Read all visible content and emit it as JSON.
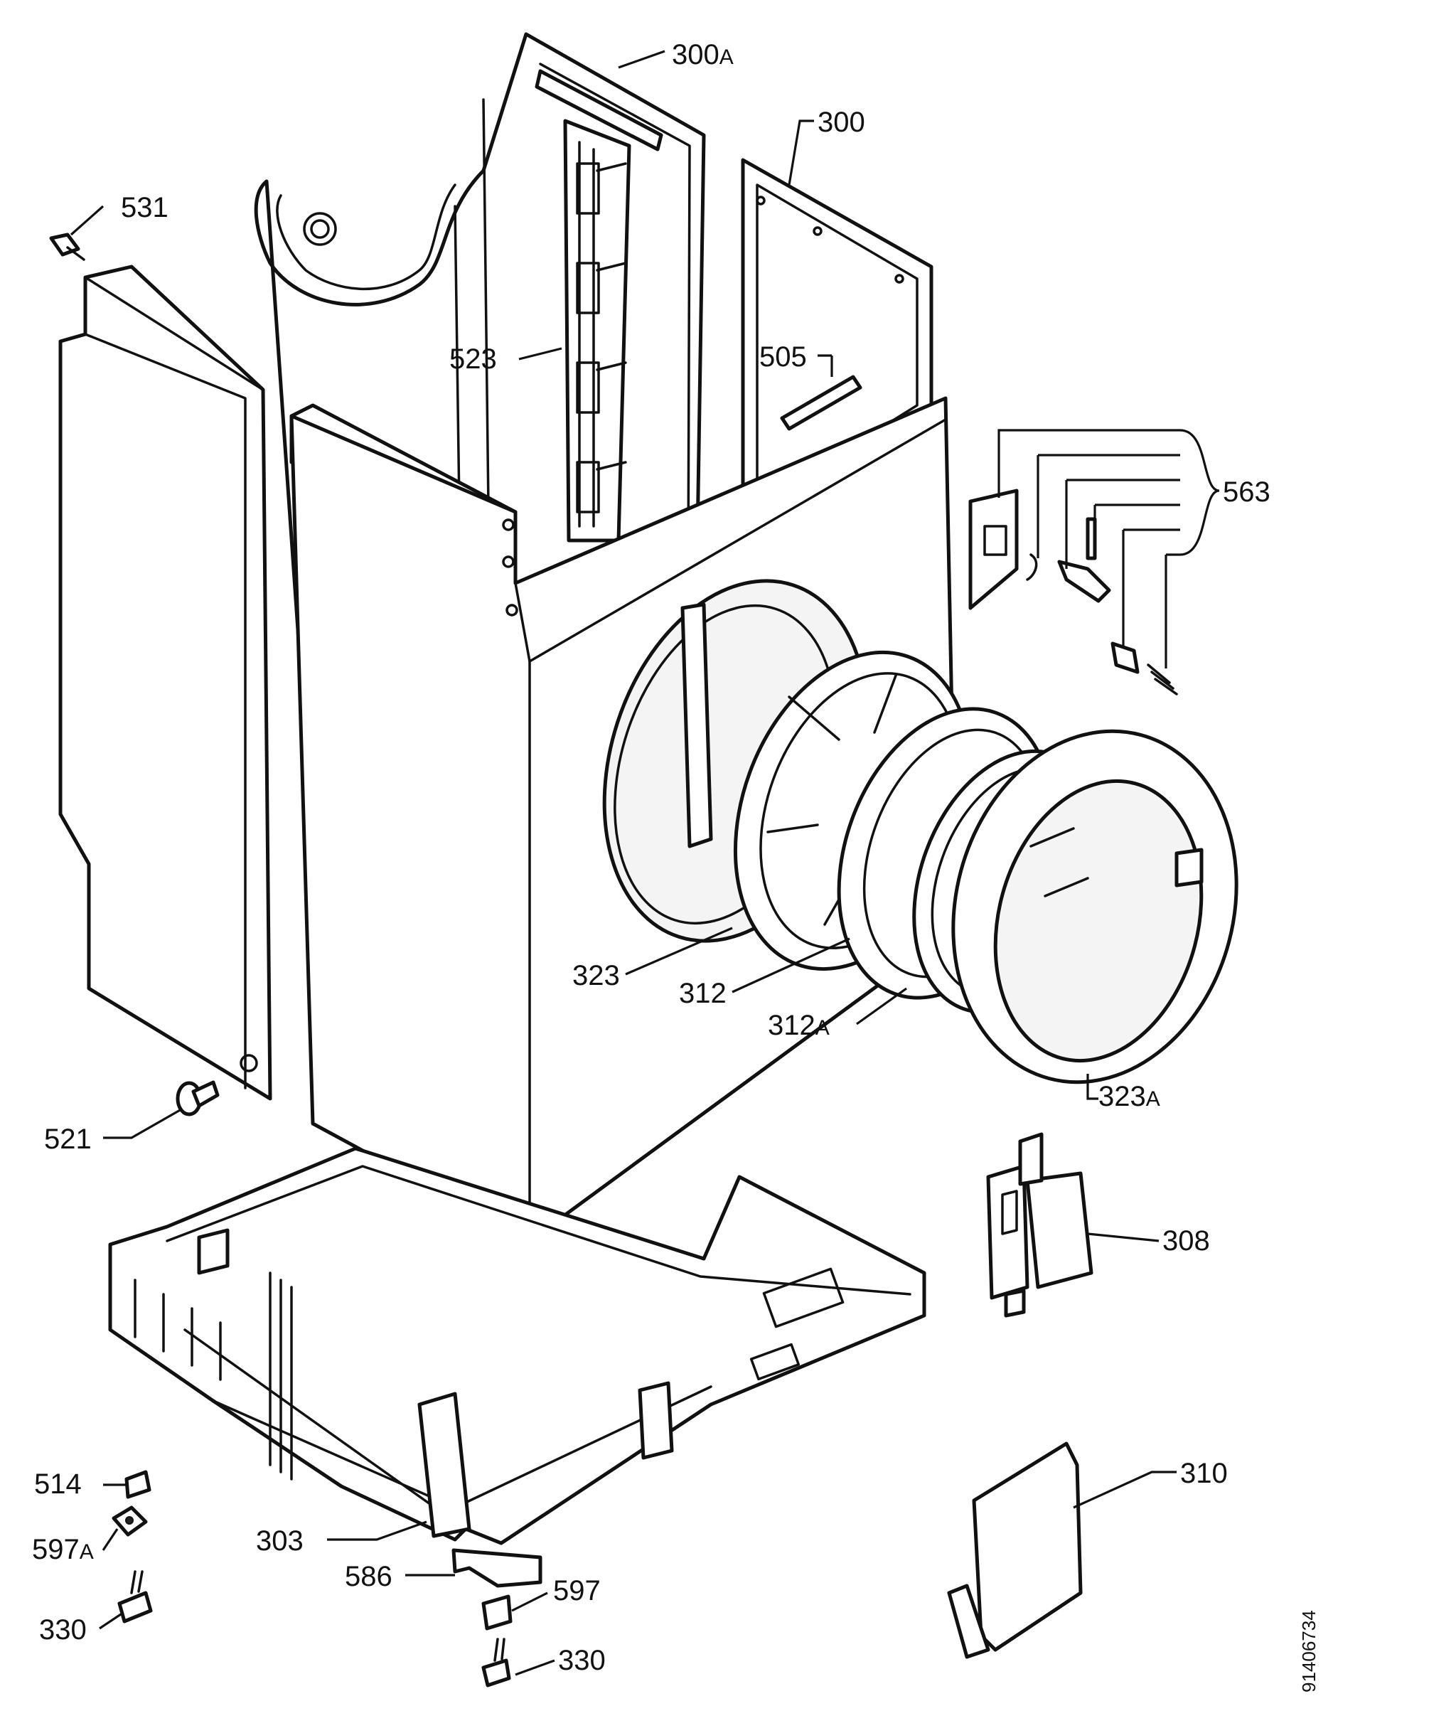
{
  "diagram": {
    "document_number": "91406734",
    "callouts": [
      {
        "id": "300a",
        "number": "300",
        "suffix": "A"
      },
      {
        "id": "300",
        "number": "300",
        "suffix": ""
      },
      {
        "id": "531",
        "number": "531",
        "suffix": ""
      },
      {
        "id": "523",
        "number": "523",
        "suffix": ""
      },
      {
        "id": "505",
        "number": "505",
        "suffix": ""
      },
      {
        "id": "563",
        "number": "563",
        "suffix": ""
      },
      {
        "id": "323",
        "number": "323",
        "suffix": ""
      },
      {
        "id": "312",
        "number": "312",
        "suffix": ""
      },
      {
        "id": "312a",
        "number": "312",
        "suffix": "A"
      },
      {
        "id": "323a",
        "number": "323",
        "suffix": "A"
      },
      {
        "id": "521",
        "number": "521",
        "suffix": ""
      },
      {
        "id": "308",
        "number": "308",
        "suffix": ""
      },
      {
        "id": "310",
        "number": "310",
        "suffix": ""
      },
      {
        "id": "303",
        "number": "303",
        "suffix": ""
      },
      {
        "id": "514",
        "number": "514",
        "suffix": ""
      },
      {
        "id": "597a",
        "number": "597",
        "suffix": "A"
      },
      {
        "id": "586",
        "number": "586",
        "suffix": ""
      },
      {
        "id": "597",
        "number": "597",
        "suffix": ""
      },
      {
        "id": "330-left",
        "number": "330",
        "suffix": ""
      },
      {
        "id": "330-right",
        "number": "330",
        "suffix": ""
      }
    ]
  }
}
